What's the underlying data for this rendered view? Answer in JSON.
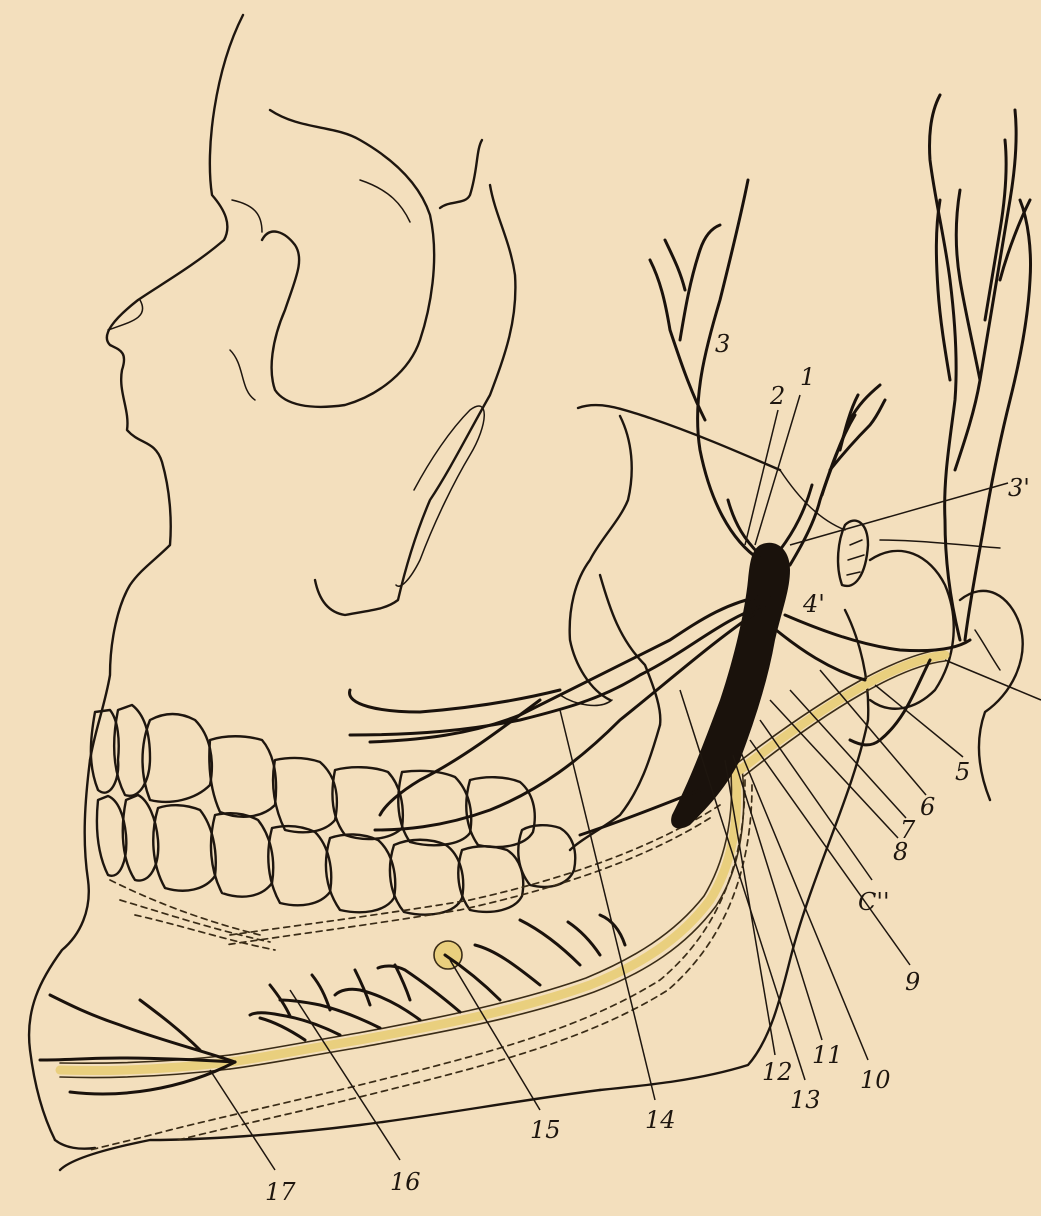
{
  "labels": {
    "l1": "1",
    "l2": "2",
    "l3": "3",
    "l3p": "3'",
    "l4p": "4'",
    "l5": "5",
    "l6": "6",
    "l7": "7",
    "l8": "8",
    "lC": "C''",
    "l9": "9",
    "l10": "10",
    "l11": "11",
    "l12": "12",
    "l13": "13",
    "l14": "14",
    "l15": "15",
    "l16": "16",
    "l17": "17"
  },
  "colors": {
    "paper": "#f3dfbd",
    "ink": "#1e160f",
    "nerve_yellow": "#e9cf7e"
  }
}
